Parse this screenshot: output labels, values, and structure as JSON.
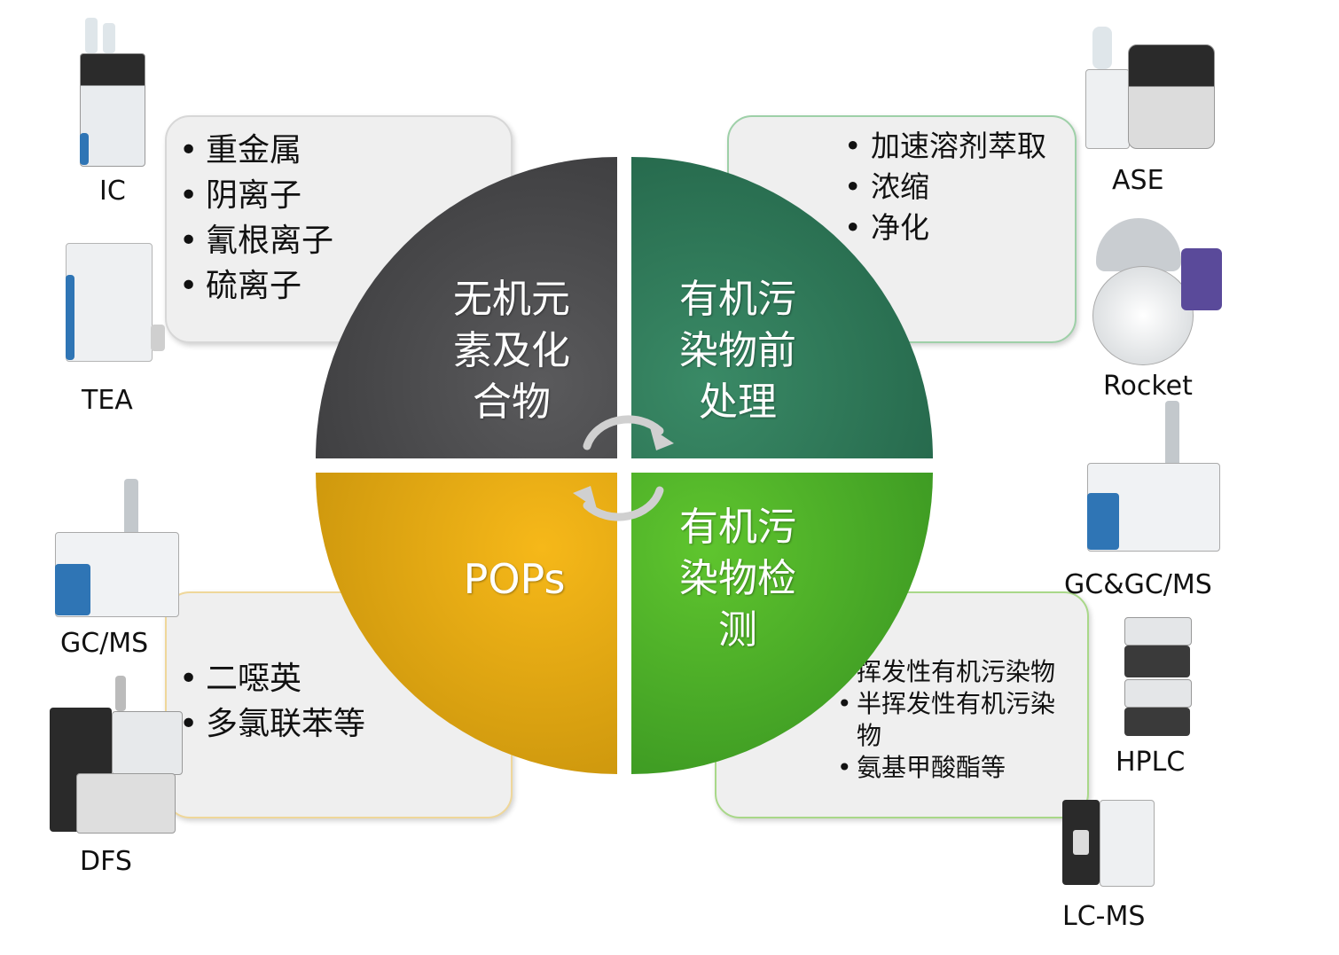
{
  "diagram": {
    "quadrants": {
      "top_left": {
        "lines": [
          "无机元",
          "素及化",
          "合物"
        ],
        "color": "#4a4a4c"
      },
      "top_right": {
        "lines": [
          "有机污",
          "染物前",
          "处理"
        ],
        "color": "#2f7a59"
      },
      "bottom_left": {
        "lines": [
          "POPs"
        ],
        "color": "#e3a612"
      },
      "bottom_right": {
        "lines": [
          "有机污",
          "染物检",
          "测"
        ],
        "color": "#4fae29"
      }
    },
    "boxes": {
      "top_left": [
        "重金属",
        "阴离子",
        "氰根离子",
        "硫离子"
      ],
      "top_right": [
        "加速溶剂萃取",
        "浓缩",
        "净化"
      ],
      "bottom_left": [
        "二噁英",
        "多氯联苯等"
      ],
      "bottom_right": [
        "挥发性有机污染物",
        "半挥发性有机污染物",
        "氨基甲酸酯等"
      ]
    },
    "instruments": {
      "left": [
        "IC",
        "TEA",
        "GC/MS",
        "DFS"
      ],
      "right": [
        "ASE",
        "Rocket",
        "GC&GC/MS",
        "HPLC",
        "LC-MS"
      ]
    }
  }
}
